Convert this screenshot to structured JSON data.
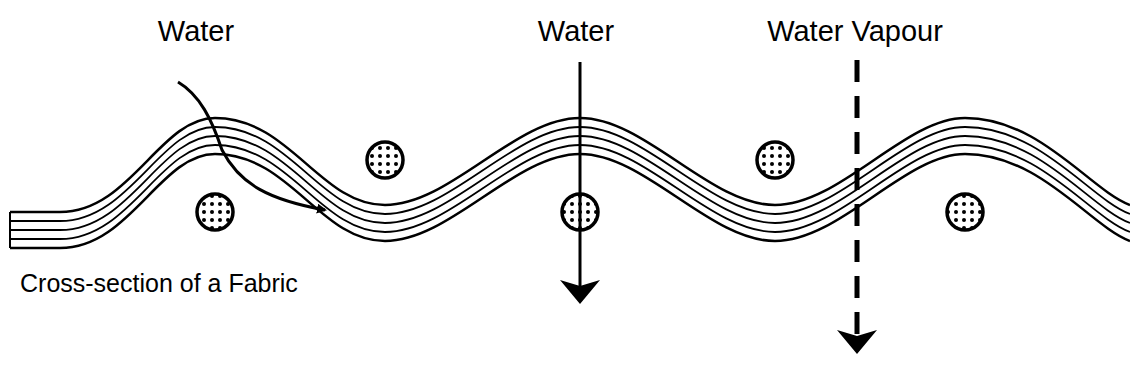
{
  "diagram": {
    "labels": [
      "Water",
      "Water",
      "Water Vapour",
      "Cross-section of a Fabric"
    ]
  }
}
